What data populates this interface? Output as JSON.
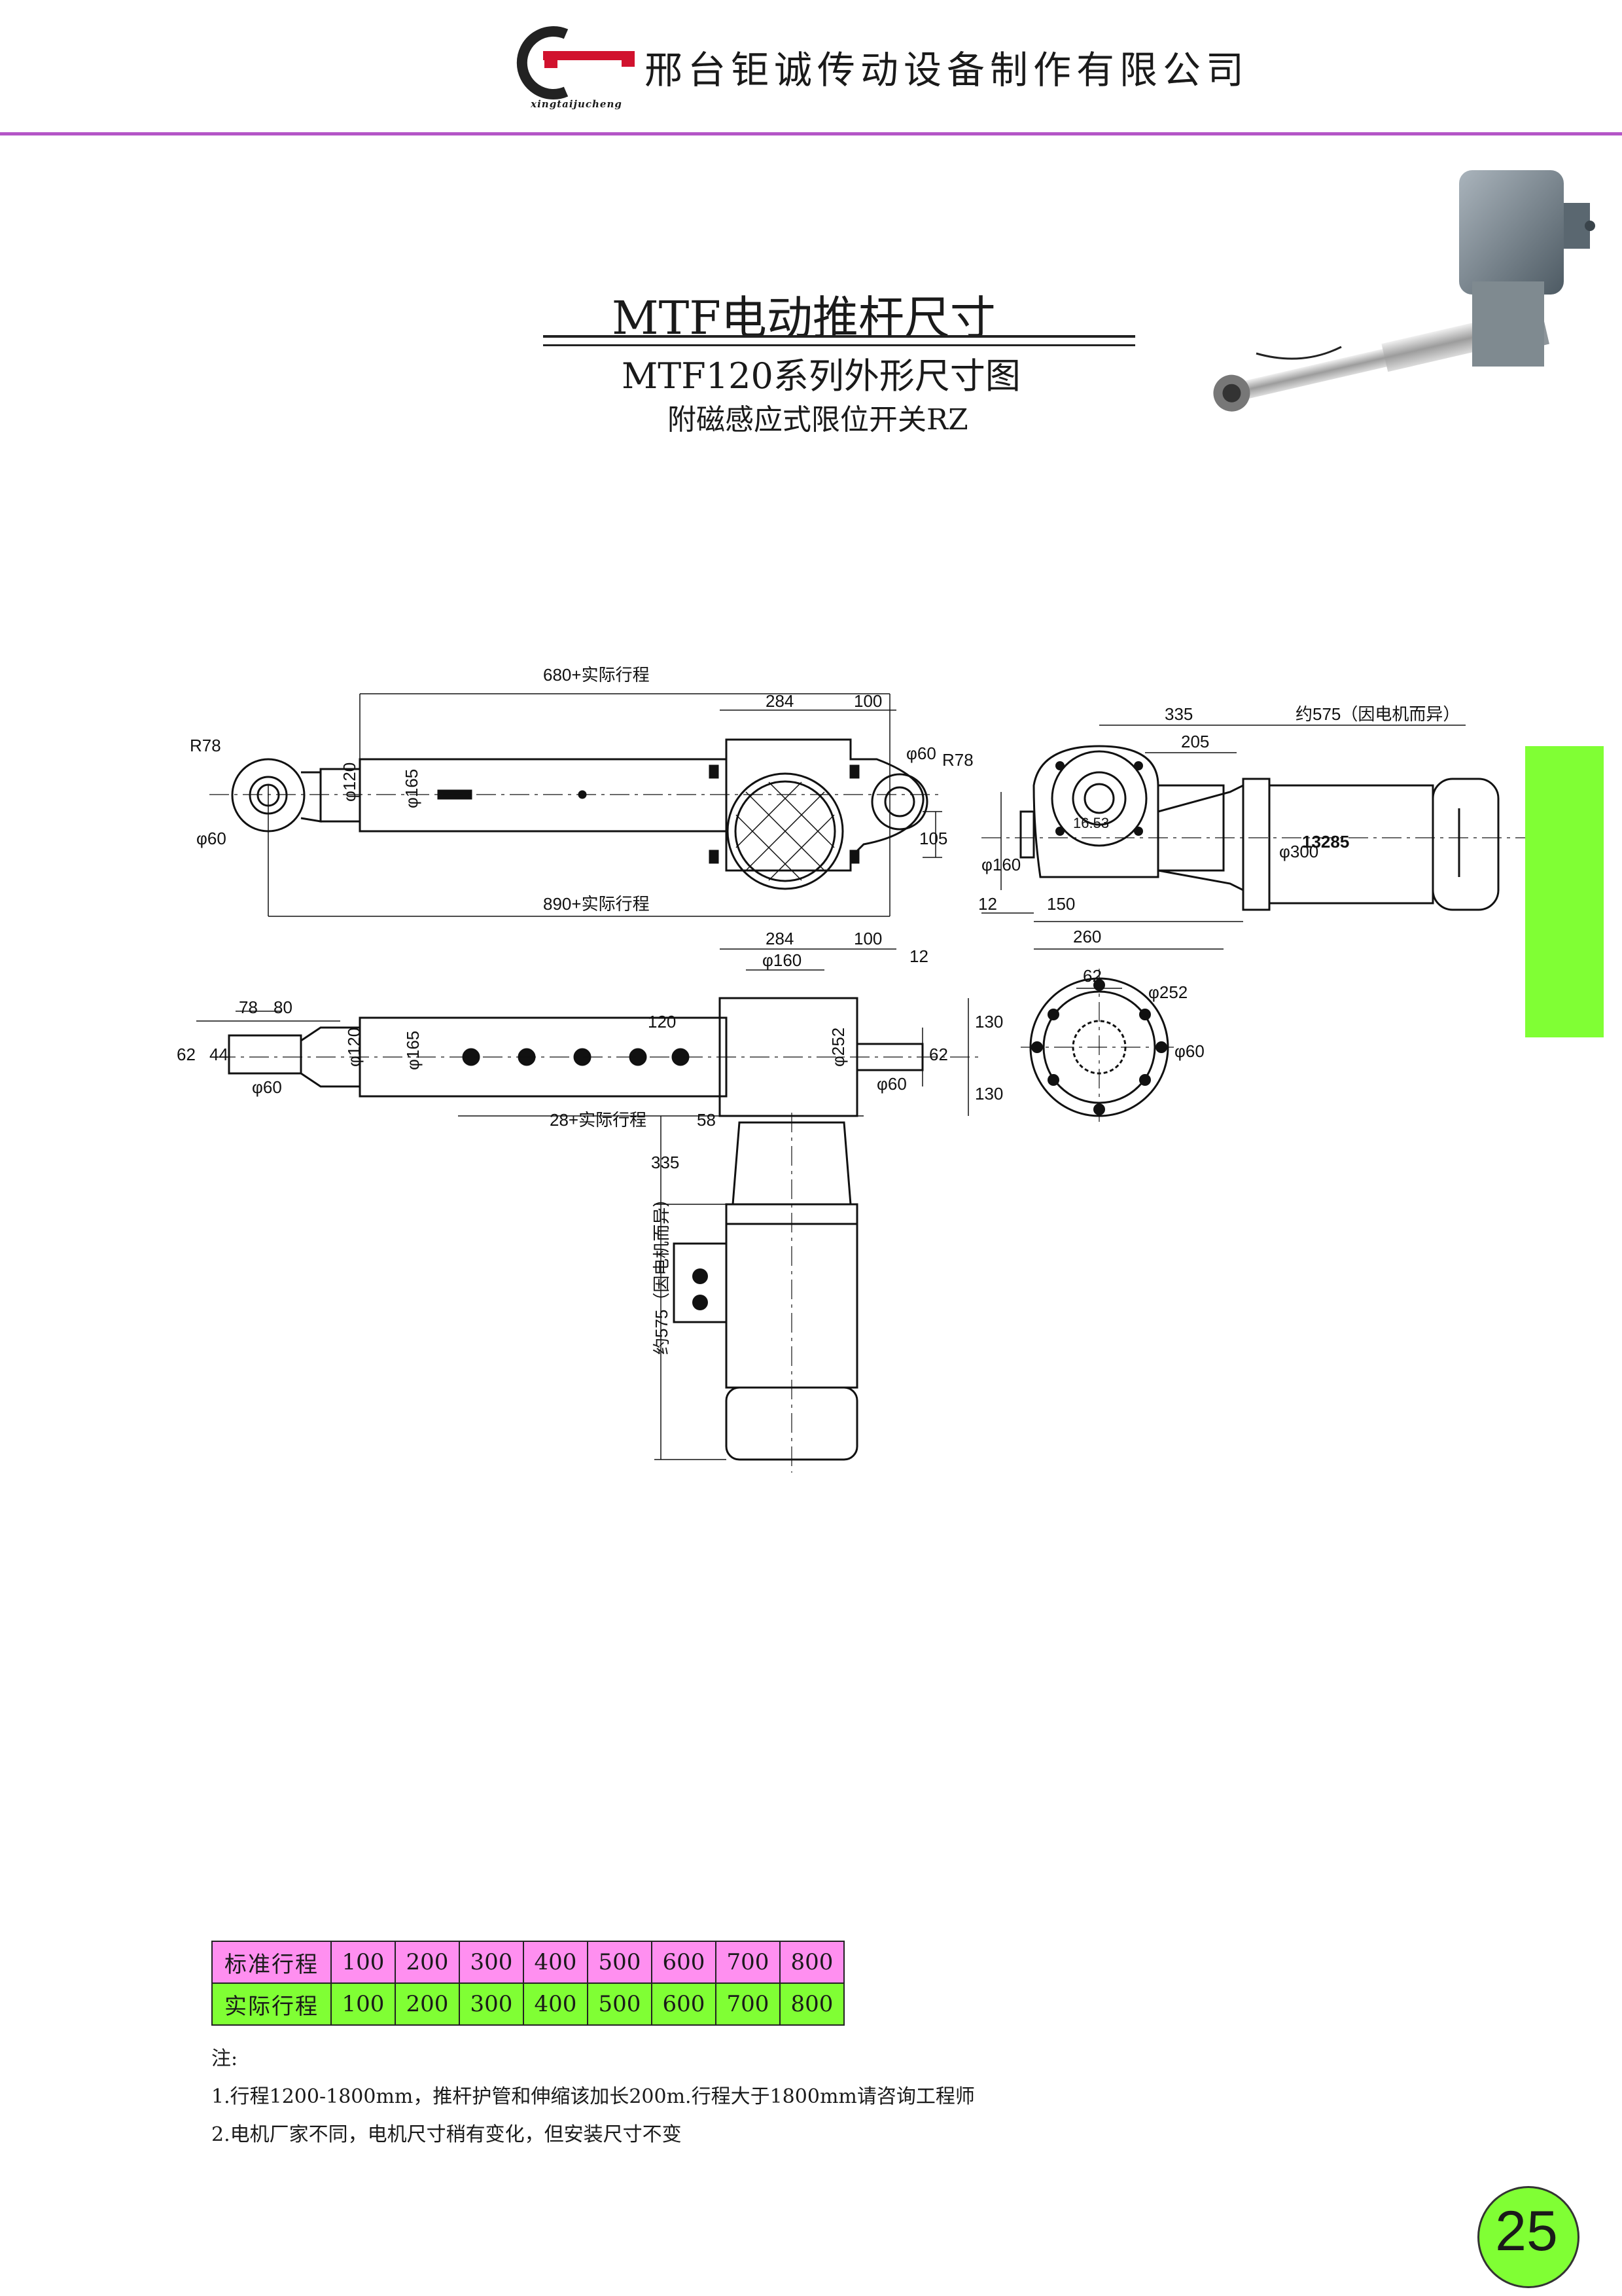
{
  "header": {
    "logo_text": "xingtaijucheng",
    "company_name": "邢台钜诚传动设备制作有限公司",
    "rule_color": "#b455c7"
  },
  "titles": {
    "main": "MTF电动推杆尺寸",
    "series": "MTF120系列外形尺寸图",
    "subtitle": "附磁感应式限位开关RZ"
  },
  "drawing": {
    "top_view": {
      "len_total_retracted": "680+实际行程",
      "len_bottom": "890+实际行程",
      "d284": "284",
      "d100": "100",
      "r78_left": "R78",
      "r78_right": "R78",
      "phi60_left": "φ60",
      "phi60_right": "φ60",
      "phi120": "φ120",
      "phi165": "φ165",
      "h105": "105"
    },
    "side_view": {
      "d335": "335",
      "motor_len": "约575（因电机而异）",
      "d205": "205",
      "phi160": "φ160",
      "d16_53": "16.53",
      "phi300": "φ300",
      "motor_code": "13285",
      "d12": "12",
      "d150": "150",
      "d260": "260"
    },
    "front_view": {
      "d284": "284",
      "d100": "100",
      "phi160": "φ160",
      "d12": "12",
      "d78": "78",
      "d80": "80",
      "d120": "120",
      "d62": "62",
      "d44": "44",
      "phi60": "φ60",
      "phi120": "φ120",
      "phi165": "φ165",
      "phi252": "φ252",
      "phi60_pin": "φ60",
      "d62_pin": "62",
      "d130_top": "130",
      "d130_bottom": "130",
      "stroke": "28+实际行程",
      "d58": "58",
      "d335": "335",
      "motor_len": "约575（因电机而异）"
    },
    "end_view": {
      "d62": "62",
      "phi252": "φ252",
      "phi60": "φ60"
    }
  },
  "stroke_table": {
    "rows": [
      {
        "label": "标准行程",
        "values": [
          "100",
          "200",
          "300",
          "400",
          "500",
          "600",
          "700",
          "800"
        ],
        "color": "#ff8ff0"
      },
      {
        "label": "实际行程",
        "values": [
          "100",
          "200",
          "300",
          "400",
          "500",
          "600",
          "700",
          "800"
        ],
        "color": "#80ff34"
      }
    ]
  },
  "notes": {
    "title": "注:",
    "items": [
      "1.行程1200-1800mm，推杆护管和伸缩该加长200m.行程大于1800mm请咨询工程师",
      "2.电机厂家不同，电机尺寸稍有变化，但安装尺寸不变"
    ]
  },
  "side_tab_color": "#80ff34",
  "page_number": "25"
}
